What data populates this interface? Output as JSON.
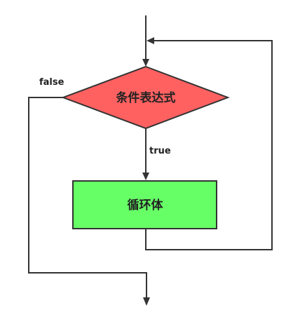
{
  "nodes": {
    "condition": {
      "label": "条件表达式",
      "fill": "#ff6161",
      "stroke": "#333333"
    },
    "body": {
      "label": "循环体",
      "fill": "#66ff66",
      "stroke": "#333333"
    }
  },
  "edges": {
    "true_label": "true",
    "false_label": "false"
  }
}
